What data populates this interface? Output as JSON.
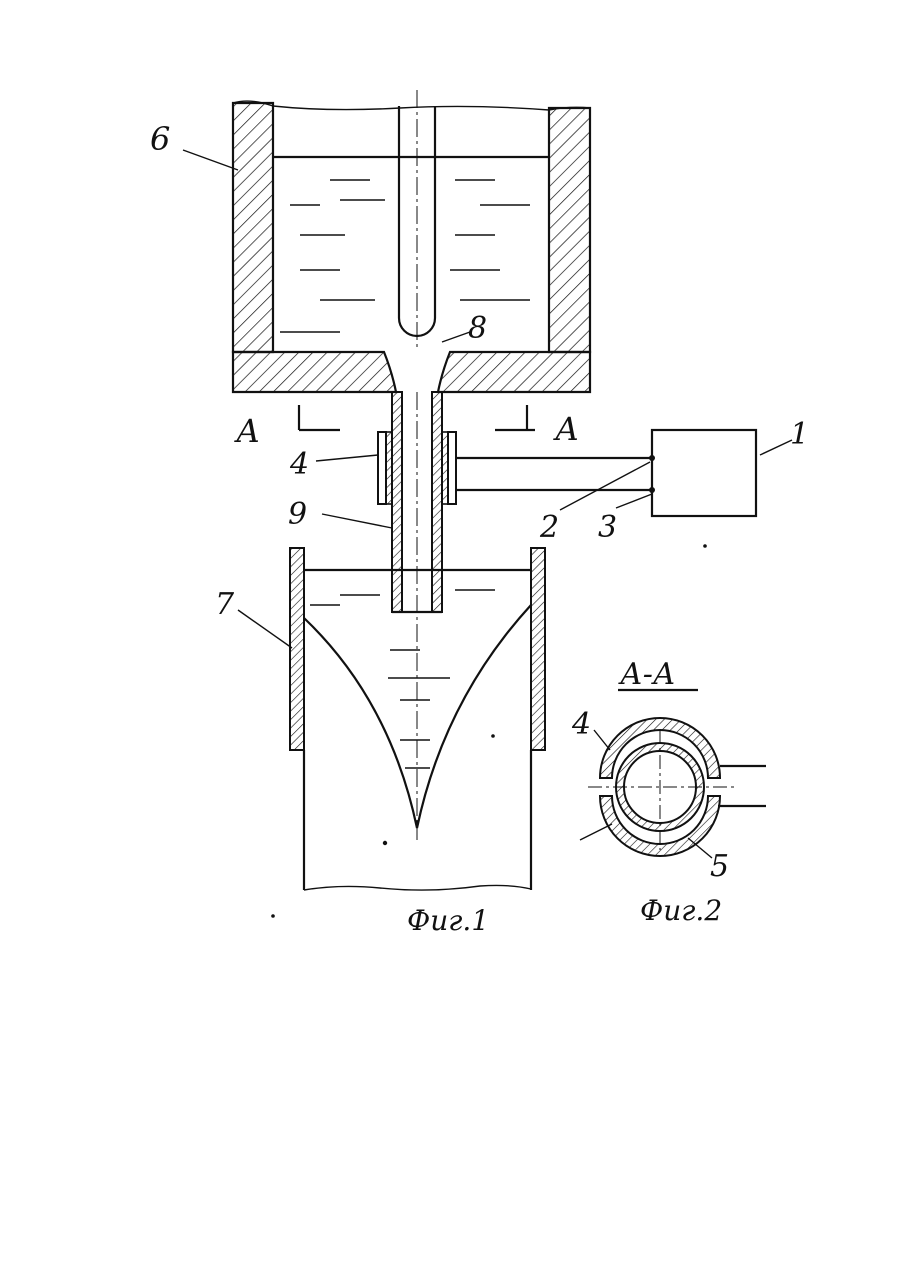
{
  "figure": {
    "caption_fig1": "Фиг.1",
    "caption_fig2": "Фиг.2",
    "section_title": "А-А",
    "section_marker_left": "А",
    "section_marker_right": "А",
    "labels": {
      "power_source": "1",
      "terminal_2": "2",
      "terminal_3": "3",
      "electrode": "4",
      "electrode_section": "4",
      "insulator": "5",
      "vessel": "6",
      "mold": "7",
      "nozzle": "8",
      "tube": "9"
    }
  }
}
